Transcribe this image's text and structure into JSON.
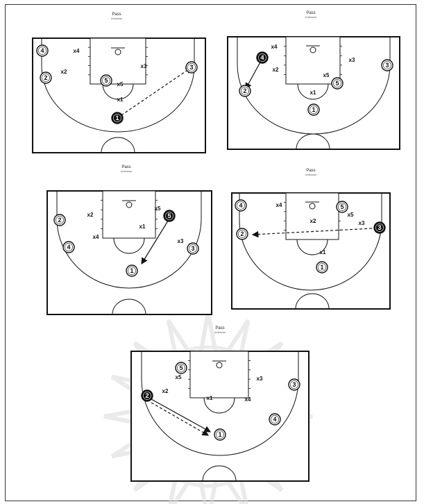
{
  "diagrams": [
    {
      "title": "Pass",
      "subtitle": "Unknown",
      "offense": [
        {
          "label": "4",
          "filled": false
        },
        {
          "label": "2",
          "filled": false
        },
        {
          "label": "5",
          "filled": false
        },
        {
          "label": "3",
          "filled": false
        },
        {
          "label": "1",
          "filled": true
        }
      ],
      "defense": [
        "x4",
        "x2",
        "x3",
        "x5",
        "x1"
      ]
    },
    {
      "title": "Pass",
      "subtitle": "Unknown",
      "offense": [
        {
          "label": "4",
          "filled": true
        },
        {
          "label": "2",
          "filled": false
        },
        {
          "label": "5",
          "filled": false
        },
        {
          "label": "3",
          "filled": false
        },
        {
          "label": "1",
          "filled": false
        }
      ],
      "defense": [
        "x4",
        "x2",
        "x5",
        "x3",
        "x1"
      ]
    },
    {
      "title": "Pass",
      "subtitle": "Unknown",
      "offense": [
        {
          "label": "2",
          "filled": false
        },
        {
          "label": "5",
          "filled": true
        },
        {
          "label": "4",
          "filled": false
        },
        {
          "label": "3",
          "filled": false
        },
        {
          "label": "1",
          "filled": false
        }
      ],
      "defense": [
        "x2",
        "x5",
        "x1",
        "x4",
        "x3"
      ]
    },
    {
      "title": "Pass",
      "subtitle": "Unknown",
      "offense": [
        {
          "label": "4",
          "filled": false
        },
        {
          "label": "5",
          "filled": false
        },
        {
          "label": "2",
          "filled": false
        },
        {
          "label": "3",
          "filled": true
        },
        {
          "label": "1",
          "filled": false
        }
      ],
      "defense": [
        "x4",
        "x5",
        "x2",
        "x3",
        "x1"
      ]
    },
    {
      "title": "Pass",
      "subtitle": "Unknown",
      "offense": [
        {
          "label": "5",
          "filled": false
        },
        {
          "label": "3",
          "filled": false
        },
        {
          "label": "2",
          "filled": true
        },
        {
          "label": "4",
          "filled": false
        },
        {
          "label": "1",
          "filled": false
        }
      ],
      "defense": [
        "x5",
        "x3",
        "x2",
        "x1",
        "x4"
      ]
    }
  ],
  "colors": {
    "line": "#111111",
    "player_fill": "#111111",
    "background": "#ffffff",
    "watermark": "#d9d9d9"
  }
}
